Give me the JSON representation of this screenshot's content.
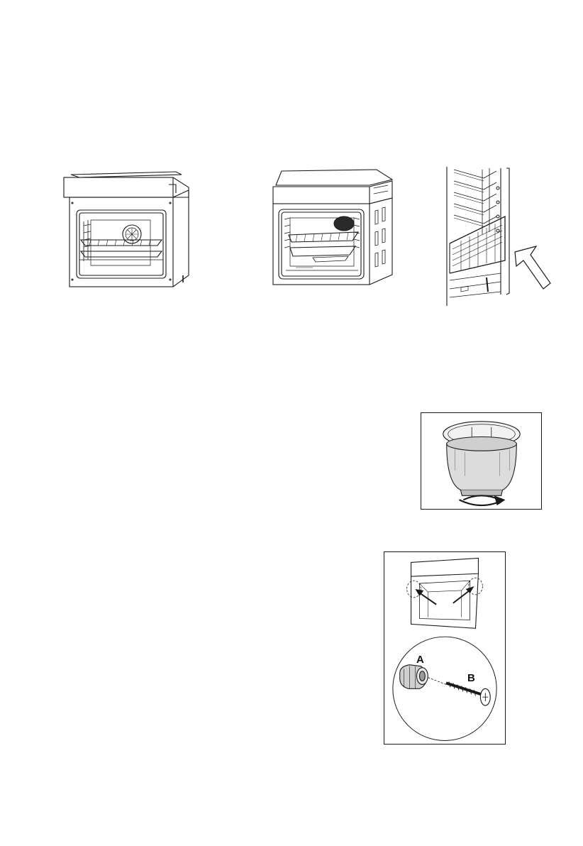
{
  "figures": {
    "oven_front": {
      "icon": "oven-front-view-illustration"
    },
    "oven_perspective": {
      "icon": "oven-perspective-view-illustration"
    },
    "rail_detail": {
      "icon": "side-rail-detail-illustration"
    },
    "lamp_cover": {
      "icon": "lamp-cover-unscrew-illustration"
    },
    "fixing": {
      "icon": "cabinet-fixing-illustration",
      "label_a": "A",
      "label_b": "B"
    }
  },
  "colors": {
    "line": "#1a1a1a",
    "arrow_fill": "#ffffff"
  }
}
